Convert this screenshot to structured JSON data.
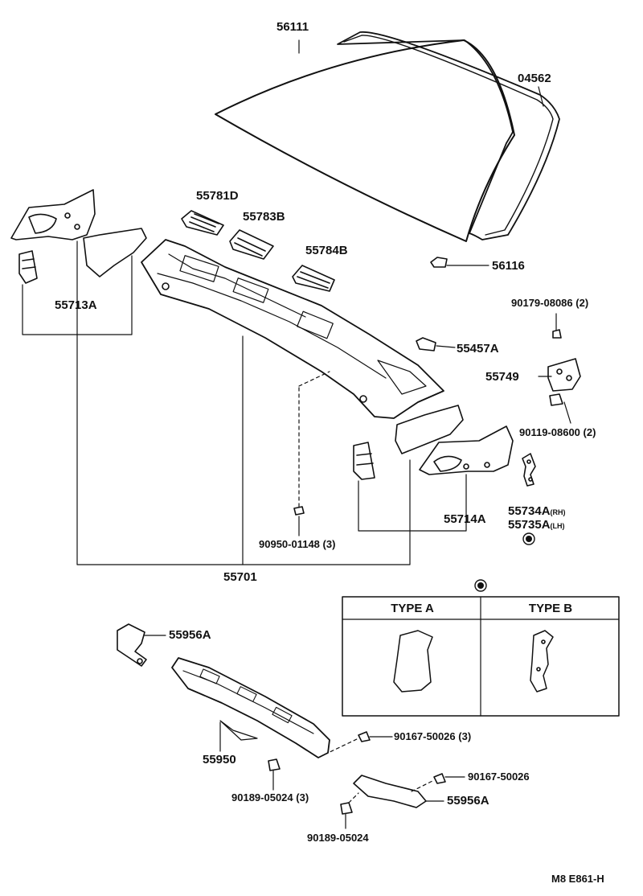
{
  "parts": {
    "windshield_glass": "56111",
    "moulding": "04562",
    "vent_louver_d": "55781D",
    "vent_louver_b": "55783B",
    "vent_louver_b2": "55784B",
    "spacer": "56116",
    "side_panel_upper": "55713A",
    "clip_a": "55457A",
    "bolt_a": "90179-08086",
    "bolt_a_qty": "(2)",
    "hinge_bracket": "55749",
    "nut_a": "90119-08600",
    "nut_a_qty": "(2)",
    "cowl_panel": "55701",
    "screw_a": "90950-01148",
    "screw_a_qty": "(3)",
    "side_panel_lower": "55714A",
    "brace_rh": "55734A",
    "brace_rh_side": "(RH)",
    "brace_lh": "55735A",
    "brace_lh_side": "(LH)",
    "louver_end": "55956A",
    "louver_main": "55950",
    "screw_b": "90167-50026",
    "screw_b_qty": "(3)",
    "nut_b": "90189-05024",
    "nut_b_qty": "(3)",
    "screw_c": "90167-50026",
    "louver_end2": "55956A",
    "nut_c": "90189-05024"
  },
  "types": {
    "a": "TYPE A",
    "b": "TYPE B"
  },
  "diagram_code": "M8 E861-H"
}
